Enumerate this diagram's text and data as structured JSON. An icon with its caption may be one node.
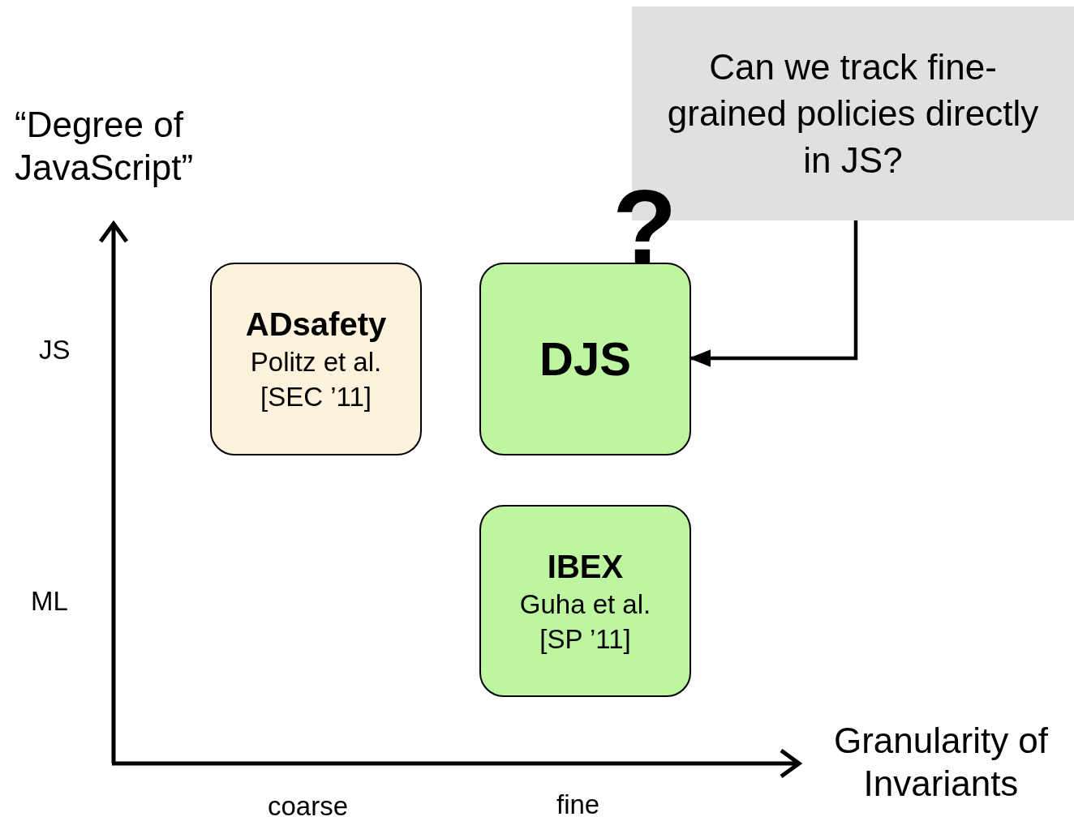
{
  "diagram": {
    "nodes": [
      {
        "text": [
          "Can we track fine-grained policies directly in JS?"
        ]
      },
      {
        "text": [
          "ADsafety",
          "Politz et al.",
          "[SEC ’11]"
        ]
      },
      {
        "text": [
          "DJS"
        ]
      },
      {
        "text": [
          "IBEX",
          "Guha et al.",
          "[SP ’11]"
        ]
      }
    ],
    "edges": [
      {
        "from": 0,
        "to": 2,
        "arrow": "to"
      }
    ],
    "labels": [
      "“Degree of JavaScript”",
      "?",
      "JS",
      "ML",
      "Granularity of Invariants",
      "coarse",
      "fine"
    ]
  }
}
